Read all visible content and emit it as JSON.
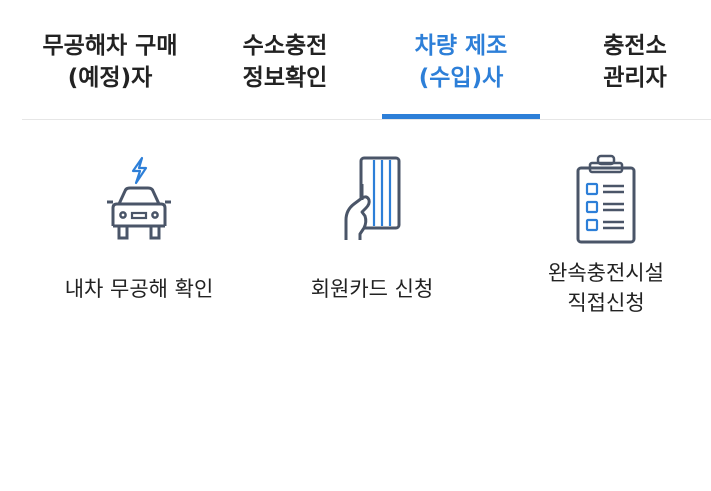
{
  "tabs": [
    {
      "line1": "무공해차 구매",
      "line2": "(예정)자",
      "active": false
    },
    {
      "line1": "수소충전",
      "line2": "정보확인",
      "active": false
    },
    {
      "line1": "차량 제조",
      "line2": "(수입)사",
      "active": true
    },
    {
      "line1": "충전소",
      "line2": "관리자",
      "active": false
    }
  ],
  "items": [
    {
      "icon": "car-charging-icon",
      "line1": "내차 무공해 확인"
    },
    {
      "icon": "member-card-icon",
      "line1": "회원카드 신청"
    },
    {
      "icon": "checklist-clipboard-icon",
      "line1": "완속충전시설",
      "line2": "직접신청"
    }
  ],
  "colors": {
    "accent": "#2d7fd8",
    "text": "#222222",
    "icon_stroke": "#4a5568",
    "divider": "#e6e6e6"
  }
}
